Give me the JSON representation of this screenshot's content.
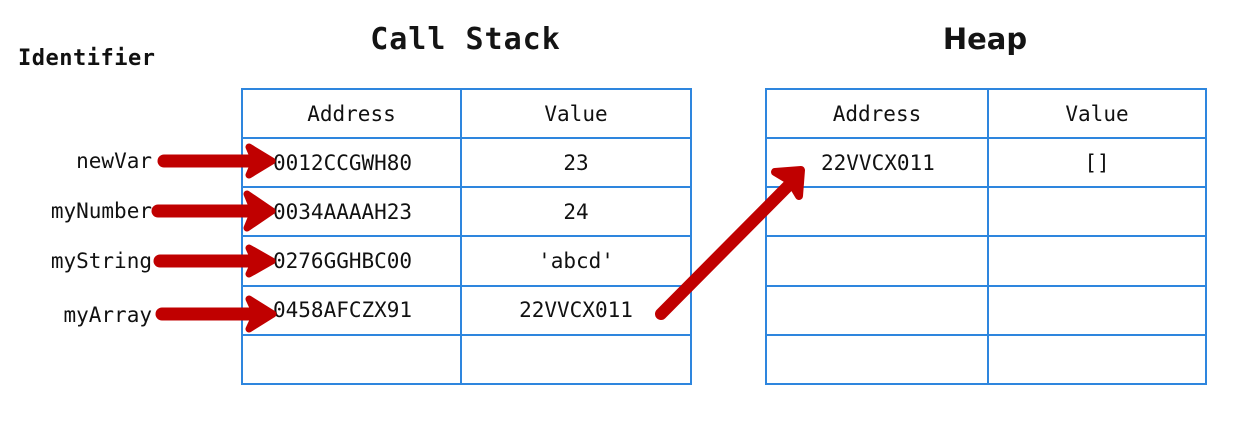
{
  "diagram": {
    "identifier_caption": "Identifier",
    "callstack": {
      "title": "Call Stack",
      "columns": [
        "Address",
        "Value"
      ],
      "rows": [
        {
          "identifier": "newVar",
          "address": "0012CCGWH80",
          "value": "23"
        },
        {
          "identifier": "myNumber",
          "address": "0034AAAAH23",
          "value": "24"
        },
        {
          "identifier": "myString",
          "address": "0276GGHBC00",
          "value": "'abcd'"
        },
        {
          "identifier": "myArray",
          "address": "0458AFCZX91",
          "value": "22VVCX011"
        },
        {
          "identifier": "",
          "address": "",
          "value": ""
        }
      ]
    },
    "heap": {
      "title": "Heap",
      "columns": [
        "Address",
        "Value"
      ],
      "rows": [
        {
          "address": "22VVCX011",
          "value": "[]"
        },
        {
          "address": "",
          "value": ""
        },
        {
          "address": "",
          "value": ""
        },
        {
          "address": "",
          "value": ""
        },
        {
          "address": "",
          "value": ""
        }
      ]
    },
    "arrows": {
      "identifier_arrows": [
        {
          "name": "arrow-newVar",
          "label": "newVar"
        },
        {
          "name": "arrow-myNumber",
          "label": "myNumber"
        },
        {
          "name": "arrow-myString",
          "label": "myString"
        },
        {
          "name": "arrow-myArray",
          "label": "myArray"
        }
      ],
      "pointer_arrow": {
        "name": "arrow-stack-to-heap",
        "from_value": "22VVCX011",
        "to_address": "22VVCX011"
      }
    },
    "colors": {
      "table_border": "#2E86DE",
      "arrow": "#C00000",
      "text": "#111111",
      "background": "#FFFFFF"
    }
  }
}
